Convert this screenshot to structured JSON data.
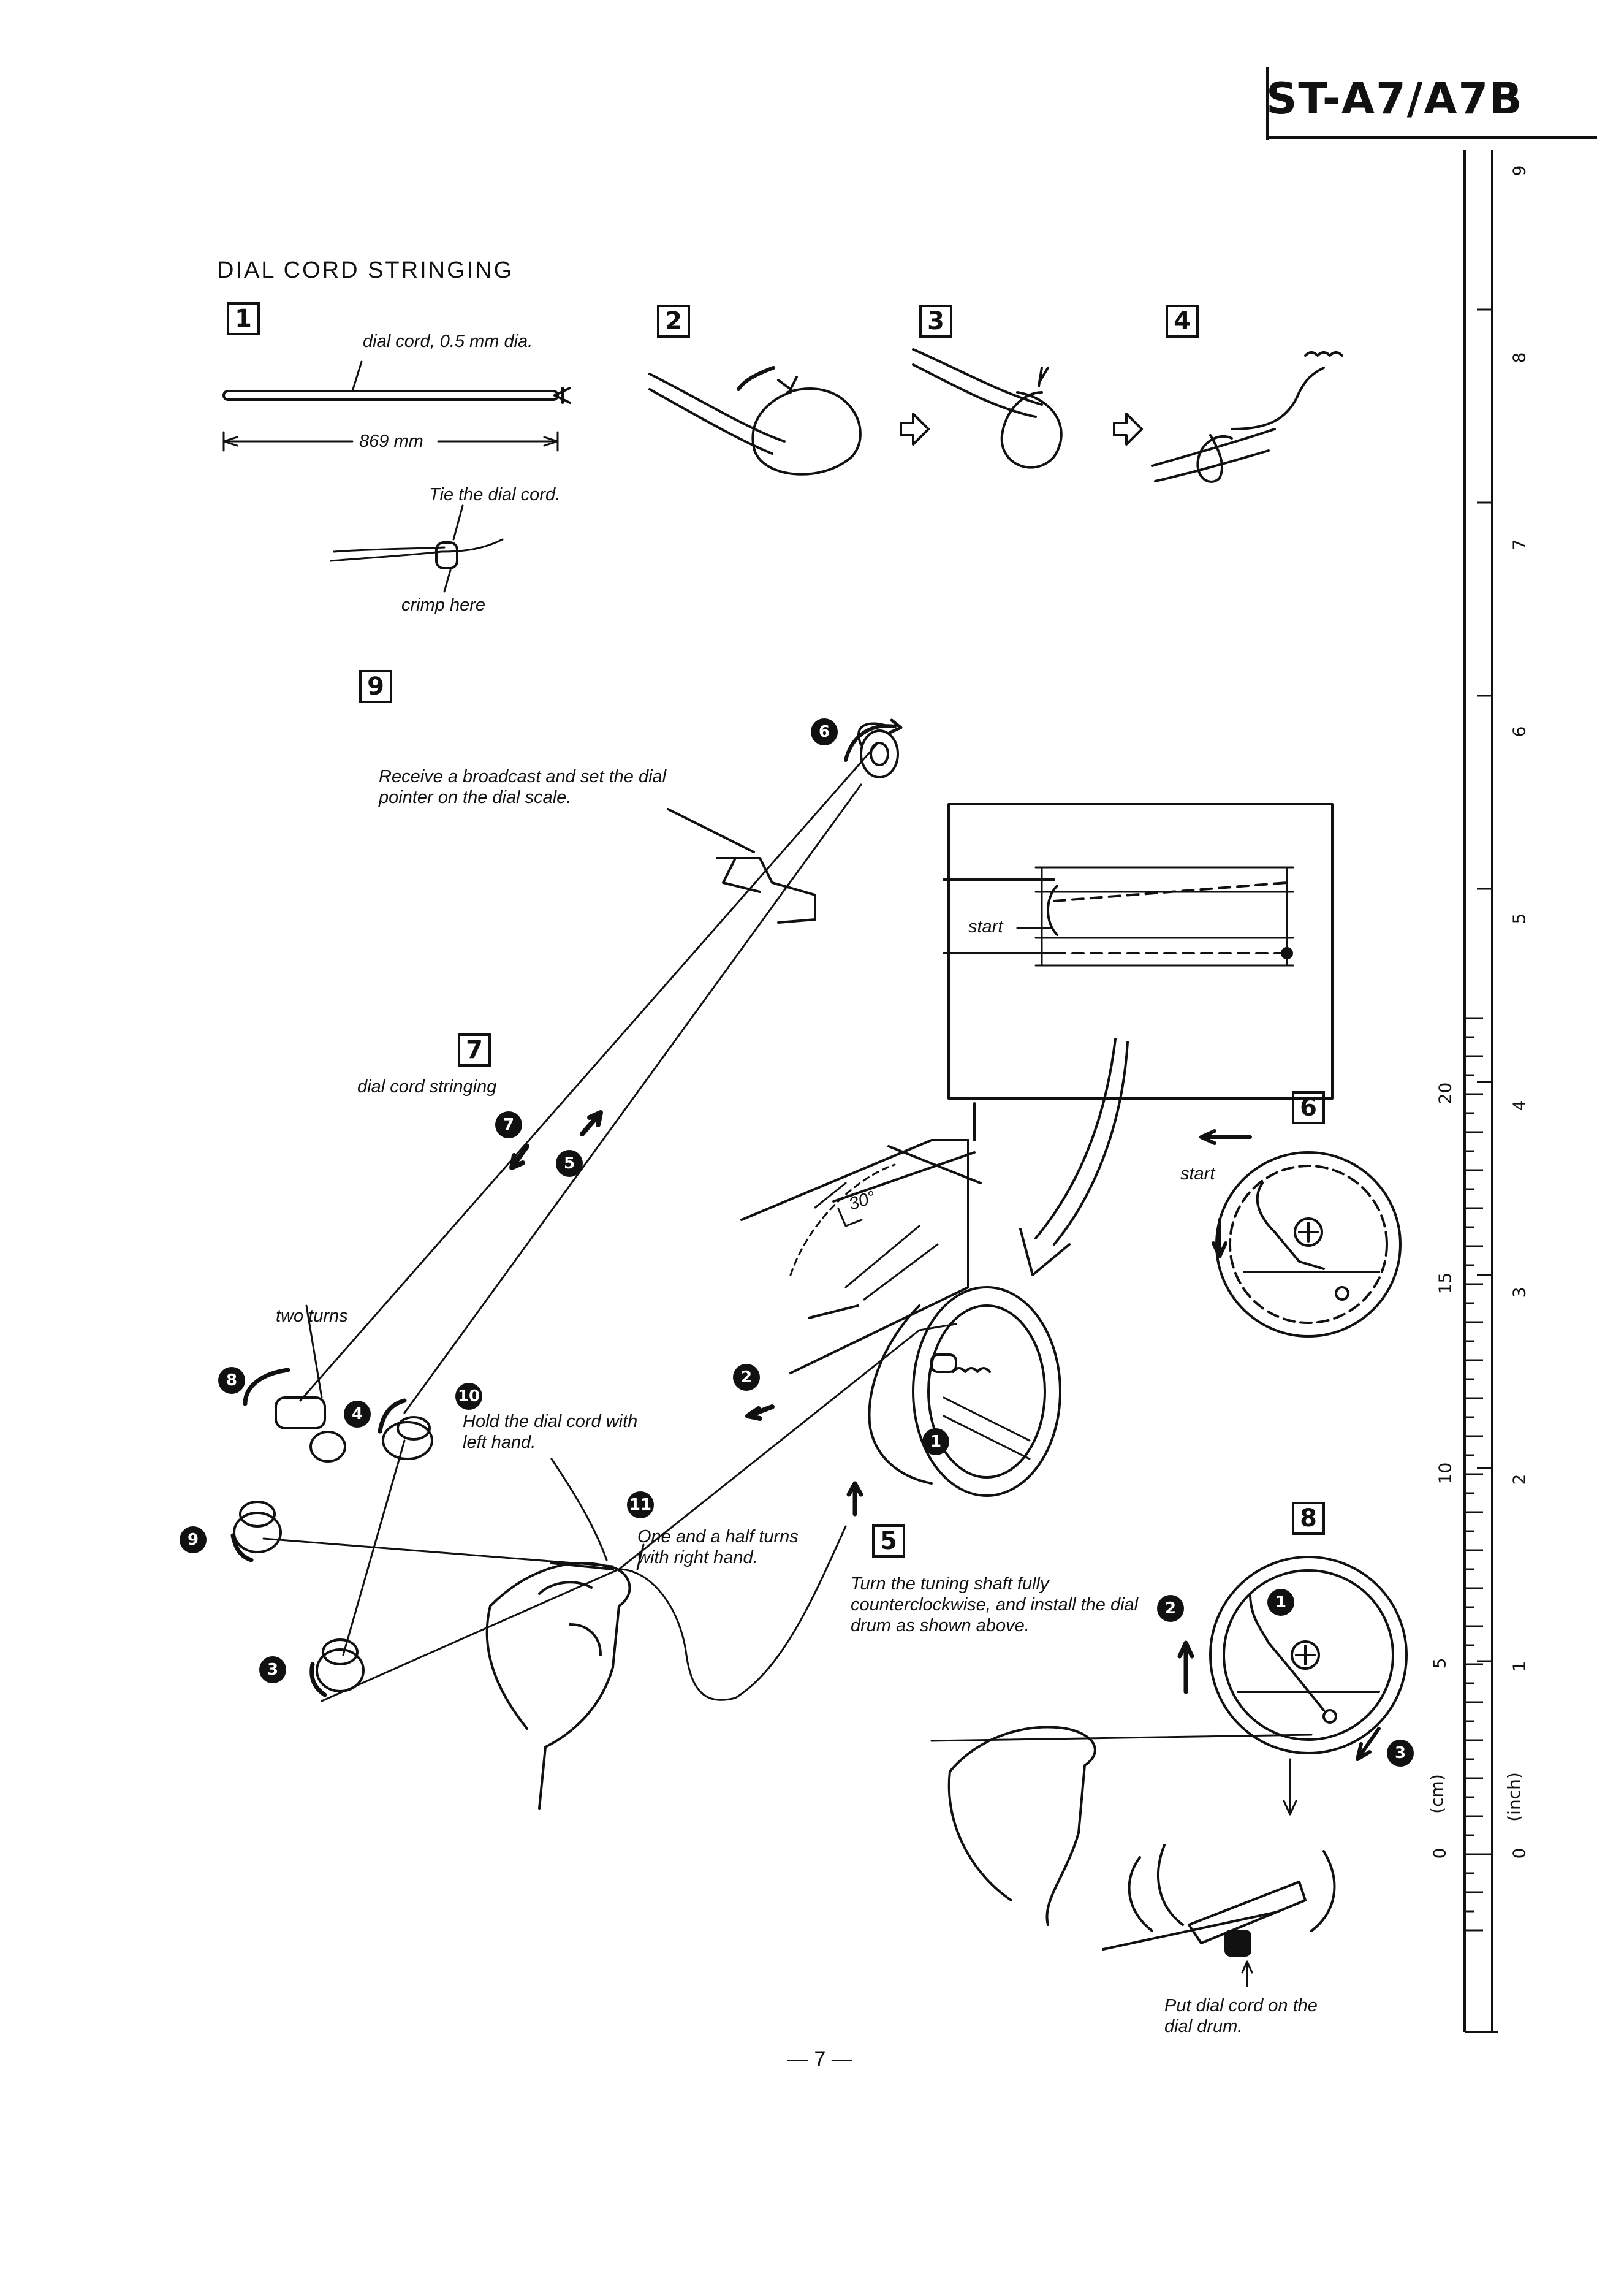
{
  "header": {
    "model": "ST-A7/A7B"
  },
  "section": {
    "title": "DIAL CORD STRINGING"
  },
  "steps": {
    "s1": "1",
    "s2": "2",
    "s3": "3",
    "s4": "4",
    "s5": "5",
    "s6": "6",
    "s7": "7",
    "s8": "8",
    "s9": "9"
  },
  "labels": {
    "cord_spec": "dial cord, 0.5 mm dia.",
    "length": "869 mm",
    "tie": "Tie the dial cord.",
    "crimp": "crimp here",
    "receive": "Receive a broadcast and set the dial pointer on the dial scale.",
    "start_inset": "start",
    "angle": "30°",
    "dial_cord_stringing": "dial cord stringing",
    "two_turns": "two turns",
    "hold": "Hold the dial cord with left hand.",
    "one_half": "One and a half turns with right hand.",
    "turn_shaft": "Turn the tuning shaft fully counterclockwise, and install the dial drum as shown above.",
    "start6": "start",
    "put_cord": "Put dial cord on the dial drum."
  },
  "callouts": {
    "n1": "1",
    "n2": "2",
    "n3": "3",
    "n4": "4",
    "n5": "5",
    "n6": "6",
    "n7": "7",
    "n8": "8",
    "n9": "9",
    "n10": "10",
    "n11": "11",
    "f8_1": "1",
    "f8_2": "2",
    "f8_3": "3"
  },
  "ruler": {
    "cm_labels": [
      "0",
      "5",
      "10",
      "15",
      "20"
    ],
    "inch_labels": [
      "0",
      "1",
      "2",
      "3",
      "4",
      "5",
      "6",
      "7",
      "8",
      "9"
    ],
    "cm_unit": "(cm)",
    "inch_unit": "(inch)"
  },
  "footer": {
    "page": "— 7 —"
  }
}
